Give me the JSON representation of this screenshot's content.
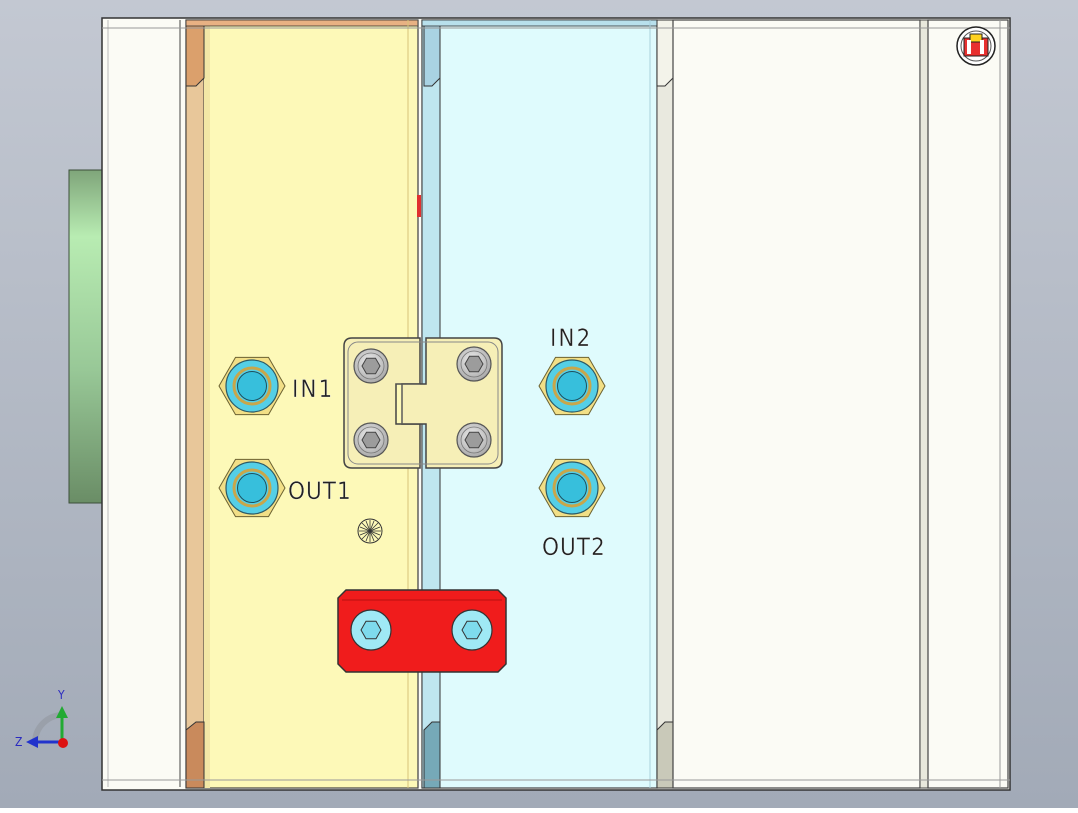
{
  "viewport": {
    "background_top": "#c3c8d2",
    "background_bottom": "#a2aab7"
  },
  "colors": {
    "plate_yellow": "#fdf9b8",
    "plate_yellow_edge": "#d79a6b",
    "plate_cyan": "#dffbfd",
    "plate_cyan_edge": "#8fb6c8",
    "plate_white": "#fbfbf5",
    "clamp_red": "#f01c1c",
    "fitting_cyan": "#55cfe6",
    "fitting_hex": "#f2df86",
    "side_green": "#8fc08c"
  },
  "ports": {
    "in1": "IN1",
    "out1": "OUT1",
    "in2": "IN2",
    "out2": "OUT2"
  },
  "triad": {
    "y_label": "Y",
    "z_label": "Z"
  },
  "badge": {
    "icon": "logo-badge-icon"
  }
}
